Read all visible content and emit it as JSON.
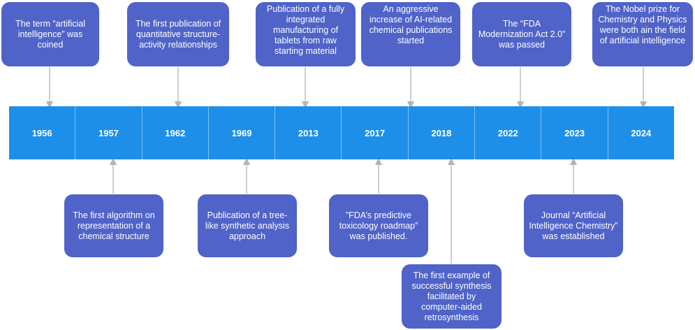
{
  "years": [
    "1956",
    "1957",
    "1962",
    "1969",
    "2013",
    "2017",
    "2018",
    "2022",
    "2023",
    "2024"
  ],
  "events_above": [
    {
      "year": "1956",
      "text": "The term “artificial intelligence” was coined"
    },
    {
      "year": "1962",
      "text": "The first publication of quantitative structure-activity relationships"
    },
    {
      "year": "2013",
      "text": "Publication of a fully integrated manufacturing of tablets from raw starting material"
    },
    {
      "year": "2018",
      "text": "An aggressive increase of AI-related chemical publications started"
    },
    {
      "year": "2022",
      "text": "The “FDA Modernization Act 2.0” was passed"
    },
    {
      "year": "2024",
      "text": "The Nobel prize for Chemistry and Physics were both ain the field of artificial intelligence"
    }
  ],
  "events_below": [
    {
      "year": "1957",
      "text": "The first algorithm on representation of a chemical structure"
    },
    {
      "year": "1969",
      "text": "Publication of a tree-like synthetic analysis approach"
    },
    {
      "year": "2017",
      "text": "”FDA’s predictive toxicology roadmap” was published."
    },
    {
      "year": "2018",
      "text": "The first example of successful synthesis facilitated by computer-aided retrosynthesis"
    },
    {
      "year": "2023",
      "text": "Journal “Artificial Intelligence Chemistry” was established"
    }
  ],
  "colors": {
    "bar": "#1e8fe8",
    "card": "#4f63c8",
    "connector": "#b5b5b5"
  }
}
